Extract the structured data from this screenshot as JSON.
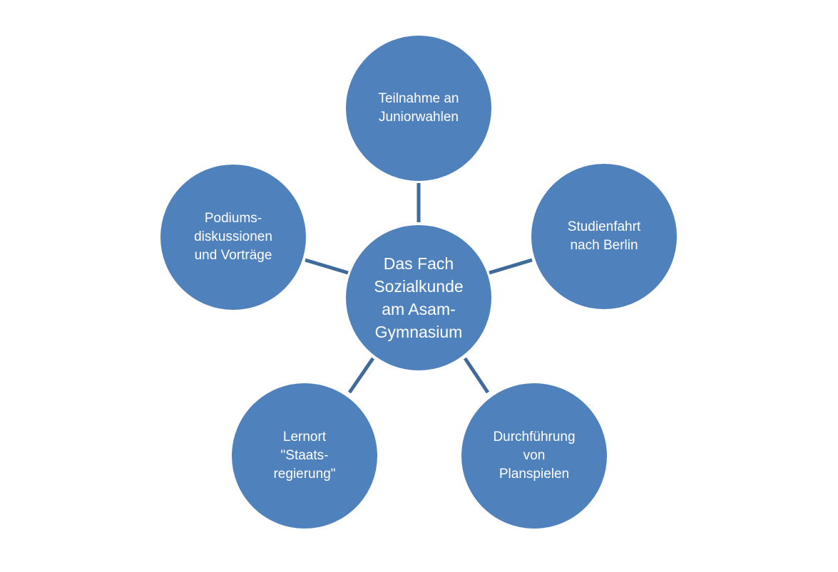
{
  "diagram": {
    "center": "Das Fach\nSozialkunde\nam Asam-\nGymnasium",
    "nodes": [
      "Teilnahme an\nJuniorwahlen",
      "Studienfahrt\nnach Berlin",
      "Durchführung\nvon\nPlanspielen",
      "Lernort\n\"Staats-\nregierung\"",
      "Podiums-\ndiskussionen\nund Vorträge"
    ],
    "colors": {
      "node_fill": "#4f81bd",
      "connector": "#3f6a9a",
      "text": "#ffffff"
    }
  }
}
